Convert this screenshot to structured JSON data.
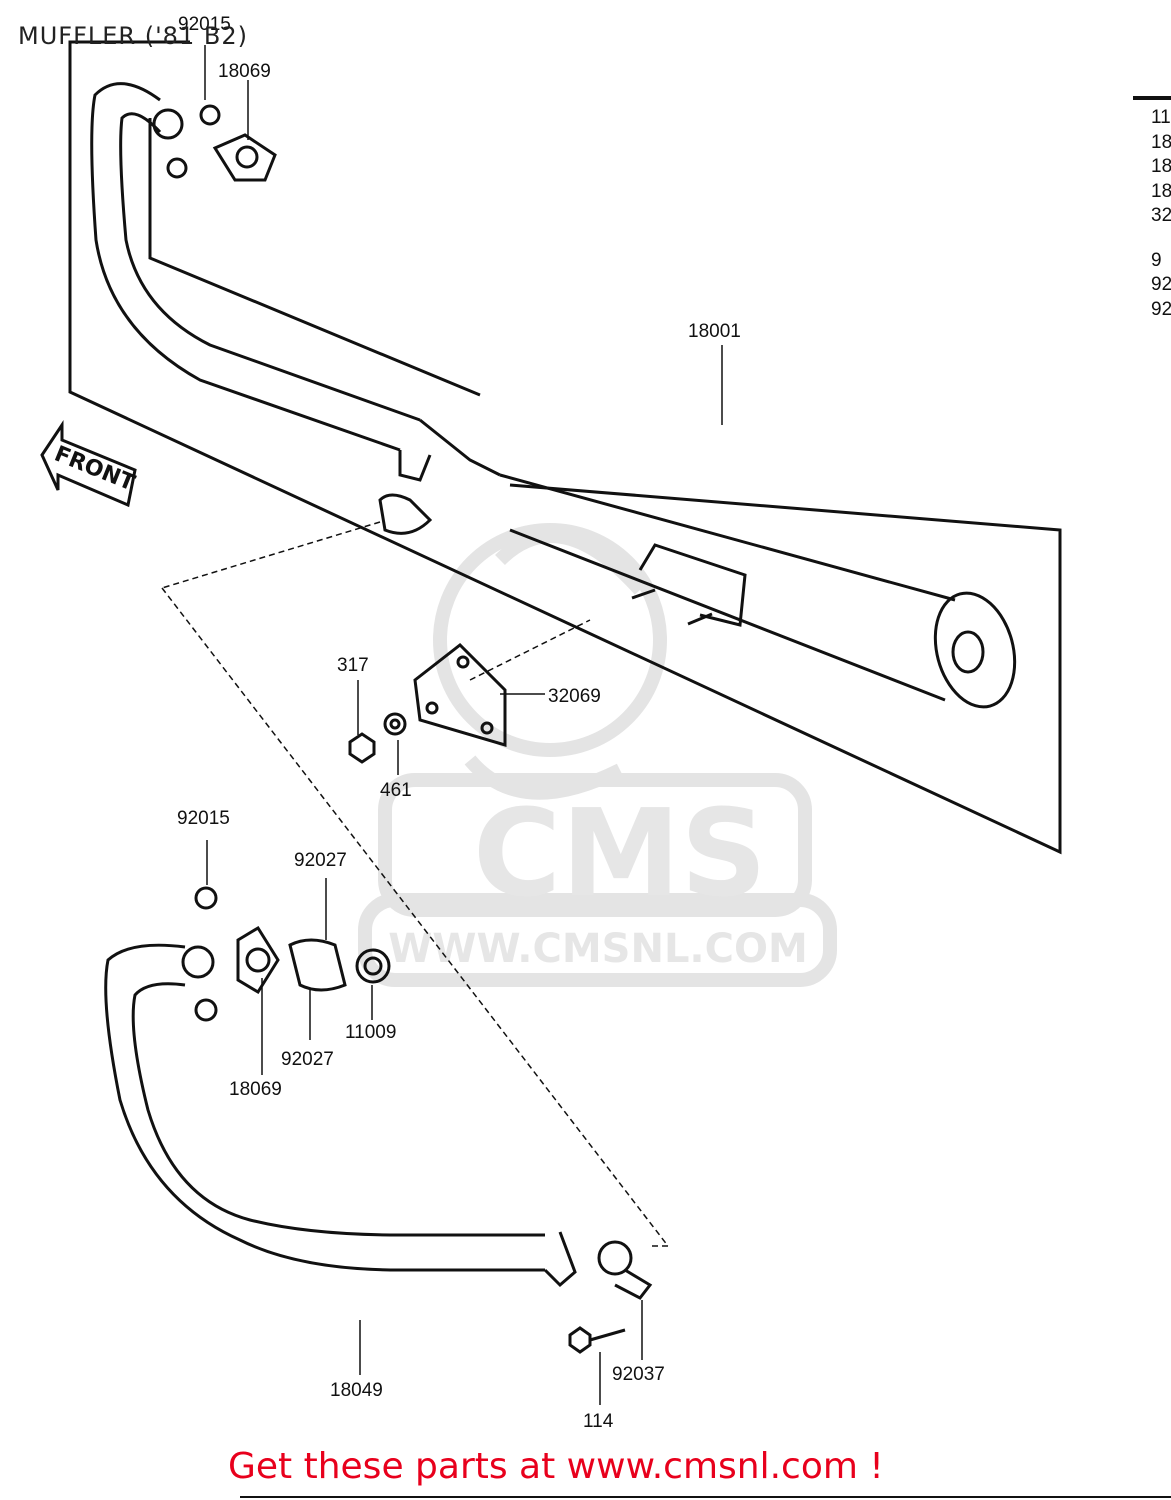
{
  "header": {
    "title": "MUFFLER ('81 B2)"
  },
  "watermark": {
    "logo_text": "CMS",
    "url_text": "WWW.CMSNL.COM"
  },
  "front_arrow": {
    "label": "FRONT"
  },
  "parts": [
    {
      "id": "lbl-92015-top",
      "number": "92015"
    },
    {
      "id": "lbl-18069-top",
      "number": "18069"
    },
    {
      "id": "lbl-18001",
      "number": "18001"
    },
    {
      "id": "lbl-317",
      "number": "317"
    },
    {
      "id": "lbl-32069",
      "number": "32069"
    },
    {
      "id": "lbl-461",
      "number": "461"
    },
    {
      "id": "lbl-92015-bottom",
      "number": "92015"
    },
    {
      "id": "lbl-92027-top",
      "number": "92027"
    },
    {
      "id": "lbl-92027-bottom",
      "number": "92027"
    },
    {
      "id": "lbl-11009",
      "number": "11009"
    },
    {
      "id": "lbl-18069-bottom",
      "number": "18069"
    },
    {
      "id": "lbl-18049",
      "number": "18049"
    },
    {
      "id": "lbl-92037",
      "number": "92037"
    },
    {
      "id": "lbl-114",
      "number": "114"
    }
  ],
  "side_list": {
    "group_a": [
      "11",
      "18",
      "18",
      "18",
      "32"
    ],
    "group_b": [
      "9",
      "92",
      "92"
    ]
  },
  "footer": {
    "promo_text": "Get these parts at www.cmsnl.com !"
  },
  "colors": {
    "promo": "#e8001c",
    "line": "#111111",
    "watermark": "#e6e6e6"
  }
}
